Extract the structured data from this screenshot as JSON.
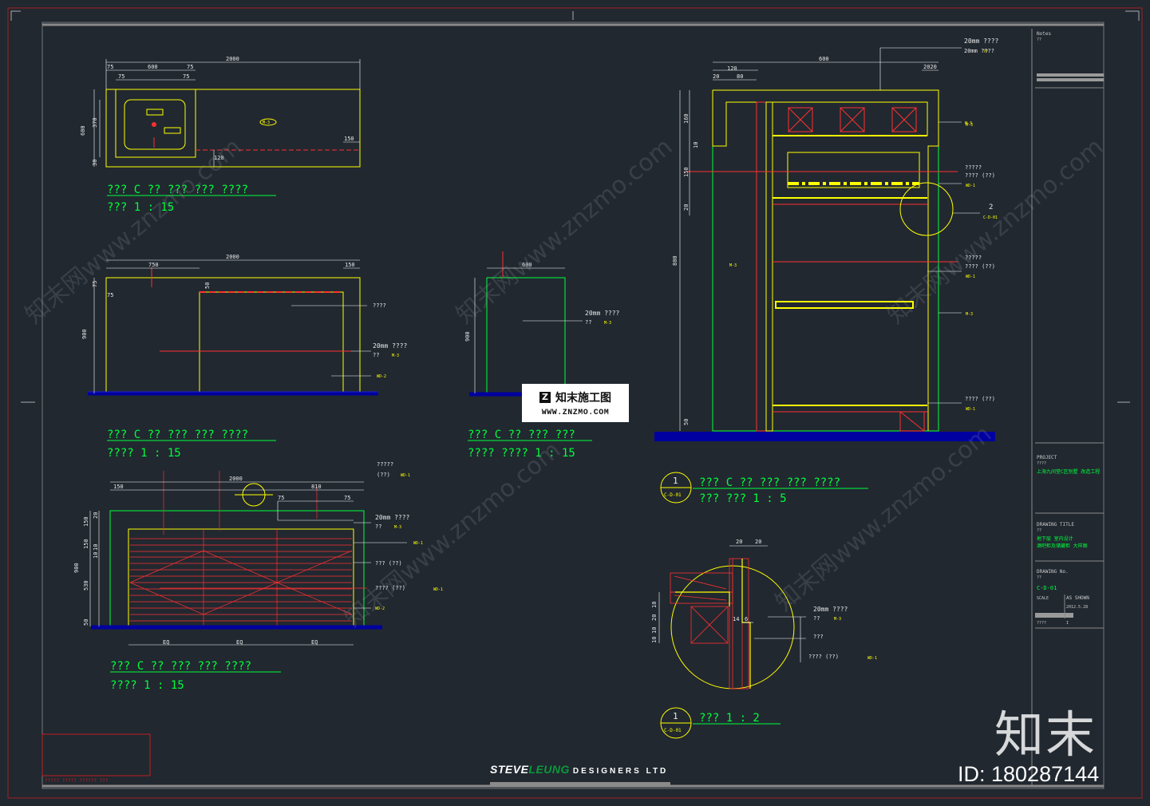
{
  "views": [
    {
      "line1": "??? C ?? ??? ??? ????",
      "line2": "???   1 : 15"
    },
    {
      "line1": "??? C ?? ??? ??? ????",
      "line2": "????   1 : 15"
    },
    {
      "line1": "??? C ?? ??? ???",
      "line2": "????   ????   1 : 15"
    },
    {
      "line1": "??? C ?? ??? ??? ????",
      "line2": "????   1 : 15"
    },
    {
      "line1": "??? C ?? ??? ??? ????",
      "line2": "??? ???   1 : 5",
      "marker_num": "1",
      "marker_ref": "C-D-01"
    },
    {
      "line1": "???   1 : 2",
      "marker_num": "1",
      "marker_ref": "C-D-01"
    }
  ],
  "dims": {
    "plan": [
      "2000",
      "75",
      "600",
      "75",
      "75",
      "75",
      "600",
      "370",
      "30",
      "150",
      "120"
    ],
    "front": [
      "2000",
      "750",
      "150",
      "75",
      "75",
      "50",
      "900"
    ],
    "side": [
      "600",
      "900"
    ],
    "back": [
      "2000",
      "150",
      "810",
      "75",
      "75",
      "150",
      "20",
      "150",
      "10",
      "10",
      "900",
      "530",
      "50",
      "EQ",
      "EQ",
      "EQ"
    ],
    "section": [
      "600",
      "120",
      "20",
      "80",
      "2020",
      "20mm ????",
      "160",
      "10",
      "150",
      "20",
      "800",
      "50"
    ],
    "detail": [
      "20",
      "20",
      "10",
      "20",
      "10",
      "10",
      "14",
      "6"
    ]
  },
  "notes": {
    "plan_tag": "M-3",
    "front": [
      "????",
      "20mm ????",
      "??",
      "M-3",
      "WD-2"
    ],
    "side": [
      "20mm ????",
      "??",
      "M-3"
    ],
    "back": [
      "?????",
      "(??)",
      "WD-1",
      "20mm ????",
      "??",
      "M-3",
      "WD-1",
      "??? (??)",
      "???? (??)",
      "WD-1",
      "WD-2"
    ],
    "section": [
      "20mm ????",
      "??",
      "M-3",
      "M-3",
      "?????",
      "???? (??)",
      "WD-1",
      "2",
      "C-D-01",
      "?????",
      "???? (??)",
      "WD-1",
      "M-3",
      "???? (??)",
      "WD-1",
      "M-3"
    ],
    "detail": [
      "20mm ????",
      "??",
      "M-3",
      "???",
      "???? (??)",
      "WD-1"
    ]
  },
  "title_block": {
    "notes_label": "Notes",
    "notes_val": "??",
    "project_label": "PROJECT",
    "project_val": "????",
    "project_name": "上海九间堂C区别墅 改造工程",
    "drawing_title_label": "DRAWING TITLE",
    "drawing_title_val": "??",
    "drawing_title_cn1": "地下层 室内设计",
    "drawing_title_cn2": "酒吧柜及储藏柜 大样图",
    "drawing_no_label": "DRAWING No.",
    "drawing_no_val": "??",
    "drawing_no": "C-D-01",
    "scale_label": "SCALE",
    "scale_val": "AS SHOWN",
    "date_val": "2012.5.28",
    "rev_label": "????",
    "rev_val": "I"
  },
  "bottom_left_note": "????? ????? ?????? ???",
  "watermark": "知末网www.znzmo.com",
  "logo": {
    "mark": "Z",
    "name": "知末施工图",
    "url": "WWW.ZNZMO.COM"
  },
  "brand": {
    "part1": "STEVE",
    "part2": "LEUNG",
    "part3": "DESIGNERS LTD"
  },
  "zm_big": "知末",
  "id_stamp": "ID: 180287144",
  "colors": {
    "background": "#212830",
    "green": "#00ff3c",
    "yellow": "#ffff00",
    "red": "#ff3030",
    "blue": "#000090",
    "white": "#e8e8e8"
  }
}
